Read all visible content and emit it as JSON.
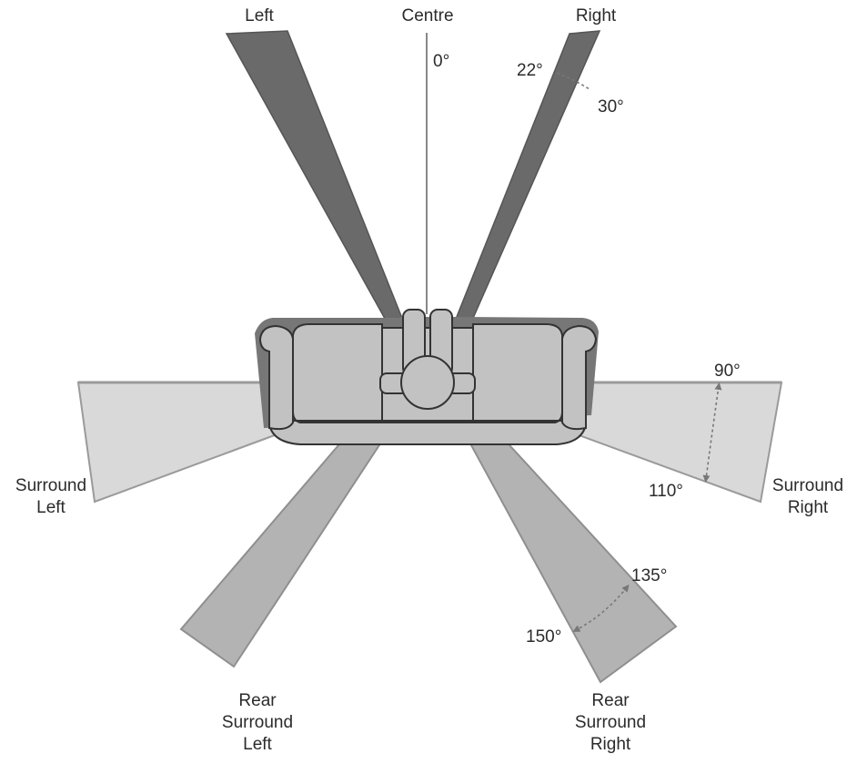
{
  "labels": {
    "left": "Left",
    "centre": "Centre",
    "right": "Right",
    "surround_left": [
      "Surround",
      "Left"
    ],
    "surround_right": [
      "Surround",
      "Right"
    ],
    "rear_surround_left": [
      "Rear",
      "Surround",
      "Left"
    ],
    "rear_surround_right": [
      "Rear",
      "Surround",
      "Right"
    ]
  },
  "angles": {
    "a0": "0°",
    "a22": "22°",
    "a30": "30°",
    "a90": "90°",
    "a110": "110°",
    "a135": "135°",
    "a150": "150°"
  },
  "colors": {
    "front_beam": "#6a6a6a",
    "side_beam": "#d9d9d9",
    "rear_beam": "#b3b3b3",
    "sofa_fill": "#c2c2c2",
    "sofa_shadow": "#777777",
    "outline": "#333333",
    "text": "#2b2b2b"
  }
}
